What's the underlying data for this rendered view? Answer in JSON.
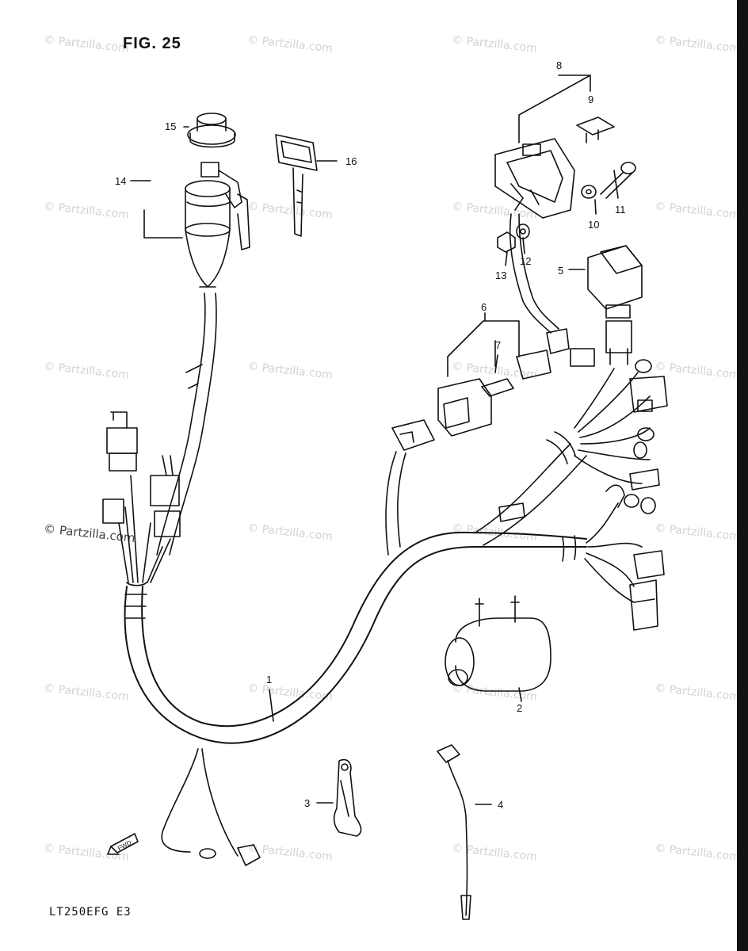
{
  "figure": {
    "title": "FIG. 25",
    "model_code": "LT250EFG E3"
  },
  "watermark": {
    "text": "© Partzilla.com",
    "color": "#d2d2d2"
  },
  "fwd_arrow": {
    "text": "FWD"
  },
  "callouts": [
    {
      "id": "c1",
      "label": "1",
      "part": "wiring-harness"
    },
    {
      "id": "c2",
      "label": "2",
      "part": "horn"
    },
    {
      "id": "c3",
      "label": "3",
      "part": "clamp"
    },
    {
      "id": "c4",
      "label": "4",
      "part": "sensor-lead"
    },
    {
      "id": "c5",
      "label": "5",
      "part": "relay"
    },
    {
      "id": "c6",
      "label": "6",
      "part": "fuse-holder"
    },
    {
      "id": "c7",
      "label": "7",
      "part": "fuse"
    },
    {
      "id": "c8",
      "label": "8",
      "part": "fuse-box"
    },
    {
      "id": "c9",
      "label": "9",
      "part": "fuse"
    },
    {
      "id": "c10",
      "label": "10",
      "part": "washer"
    },
    {
      "id": "c11",
      "label": "11",
      "part": "bolt"
    },
    {
      "id": "c12",
      "label": "12",
      "part": "washer"
    },
    {
      "id": "c13",
      "label": "13",
      "part": "nut"
    },
    {
      "id": "c14",
      "label": "14",
      "part": "ignition-switch"
    },
    {
      "id": "c15",
      "label": "15",
      "part": "switch-cap"
    },
    {
      "id": "c16",
      "label": "16",
      "part": "key"
    }
  ]
}
